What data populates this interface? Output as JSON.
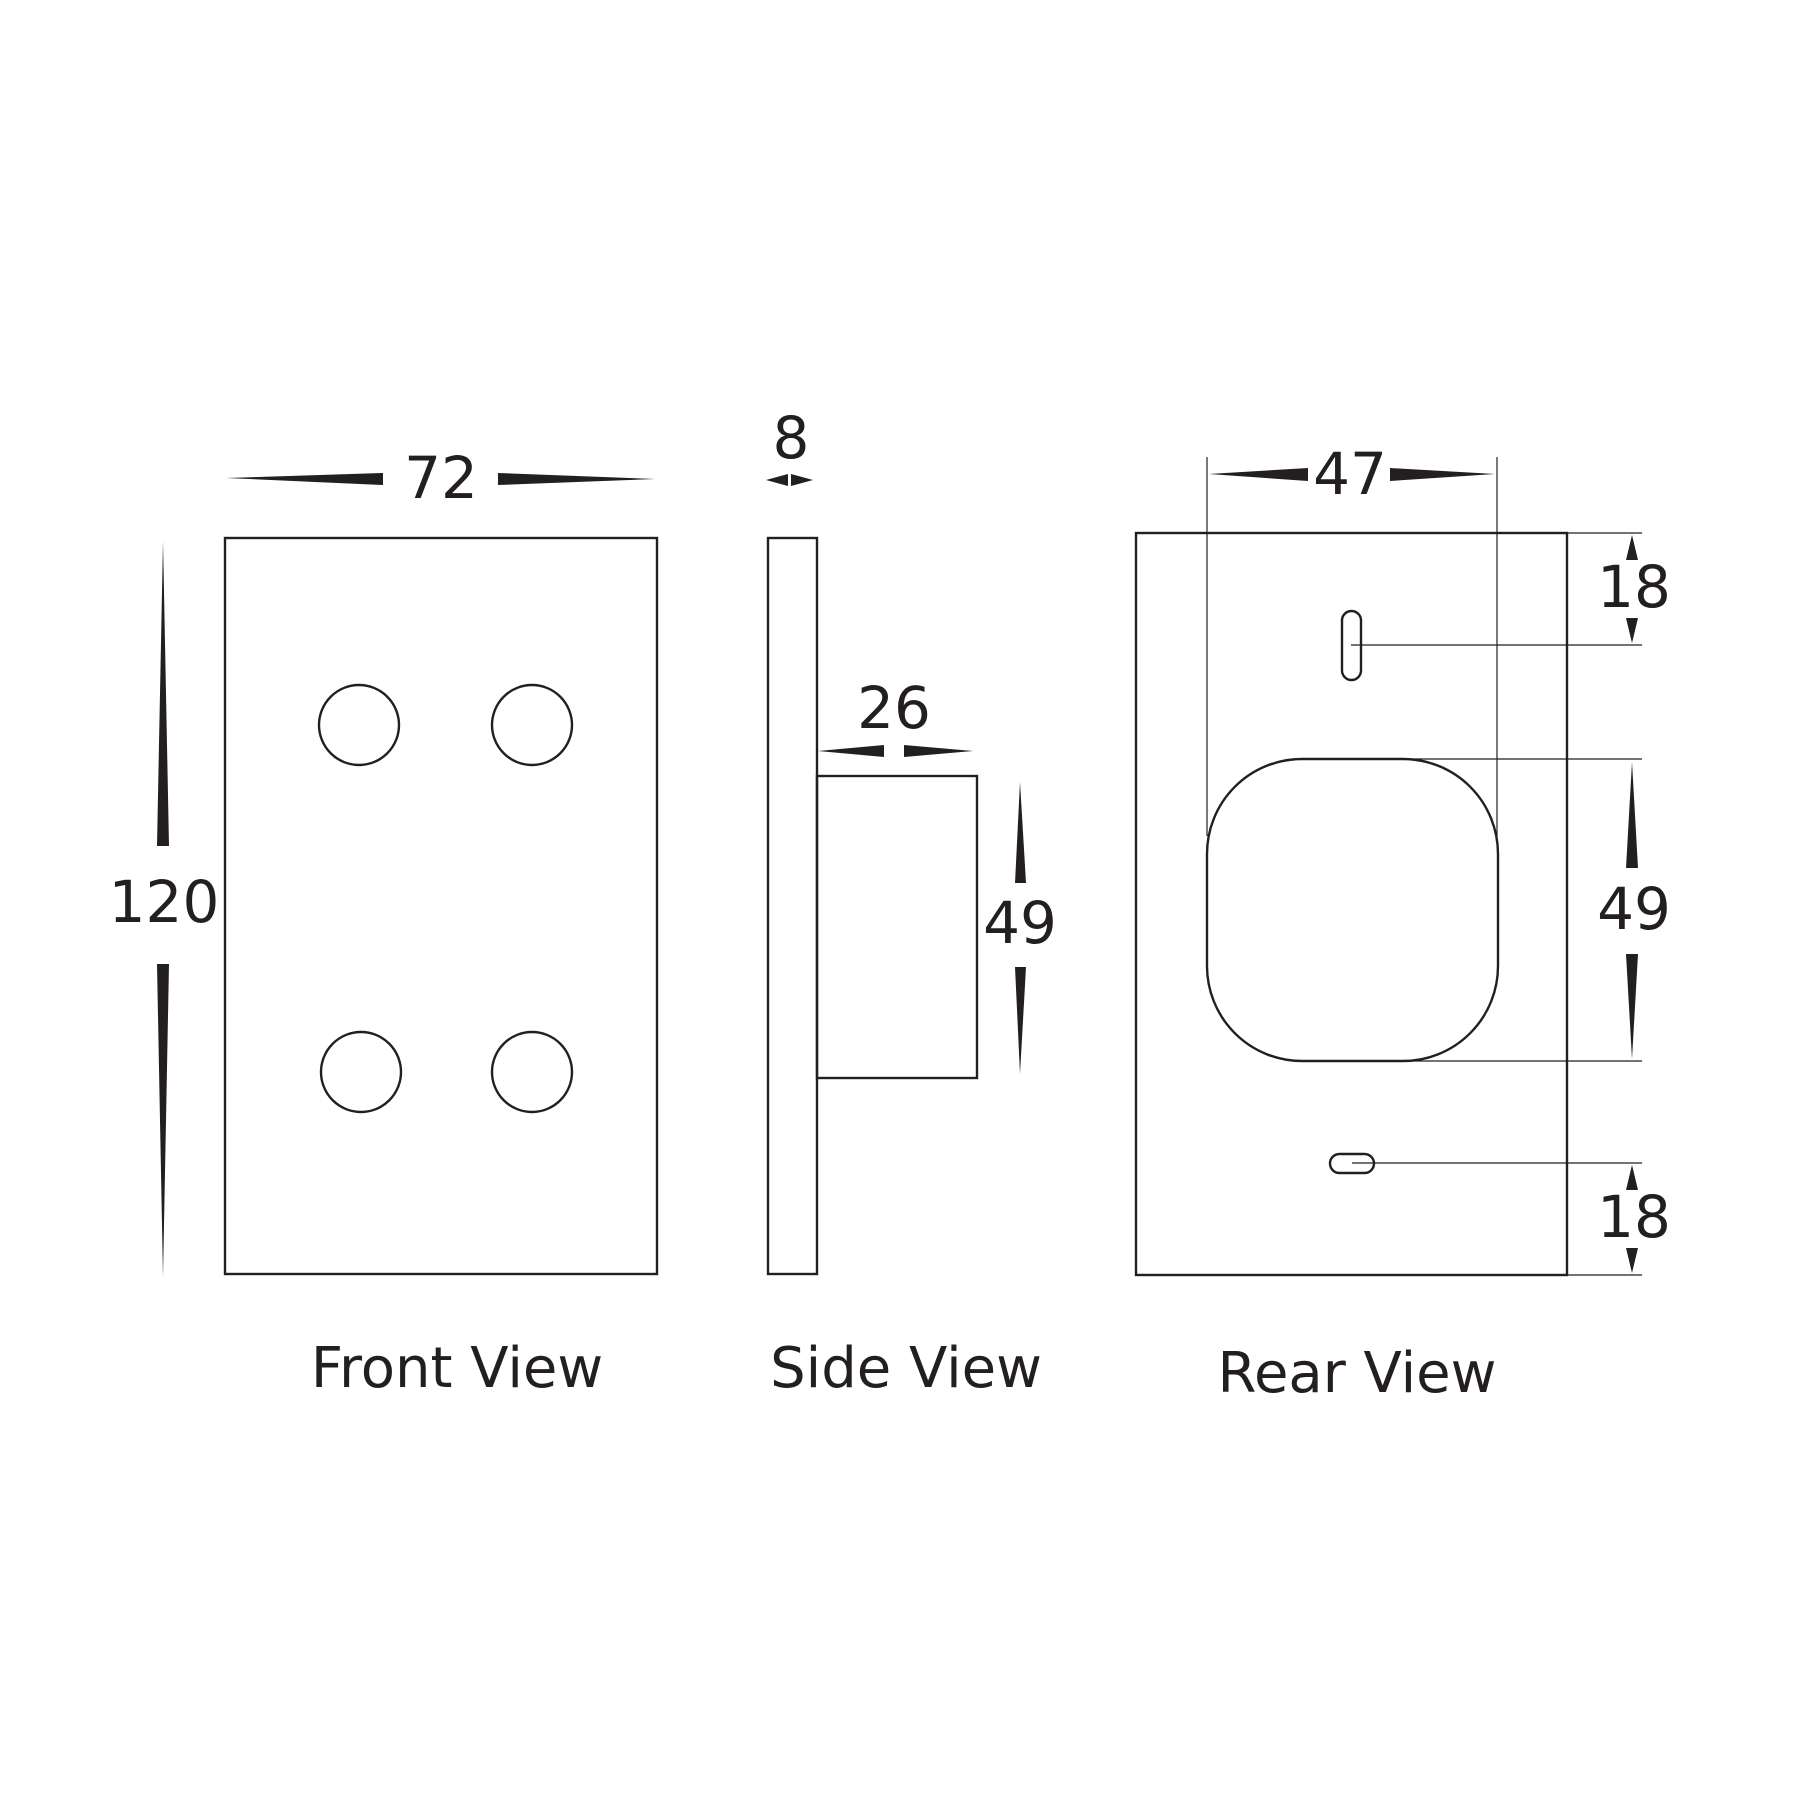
{
  "diagram": {
    "type": "technical-dimension-drawing",
    "units_note": "dimensions shown without units",
    "line_color": "#231f20",
    "background": "#ffffff"
  },
  "views": {
    "front": {
      "label": "Front View",
      "width_dim": "72",
      "height_dim": "120",
      "holes": 4
    },
    "side": {
      "label": "Side View",
      "plate_thickness_dim": "8",
      "body_depth_dim": "26",
      "body_height_dim": "49"
    },
    "rear": {
      "label": "Rear View",
      "body_width_dim": "47",
      "top_slot_offset_dim": "18",
      "body_height_dim": "49",
      "bottom_slot_offset_dim": "18"
    }
  }
}
